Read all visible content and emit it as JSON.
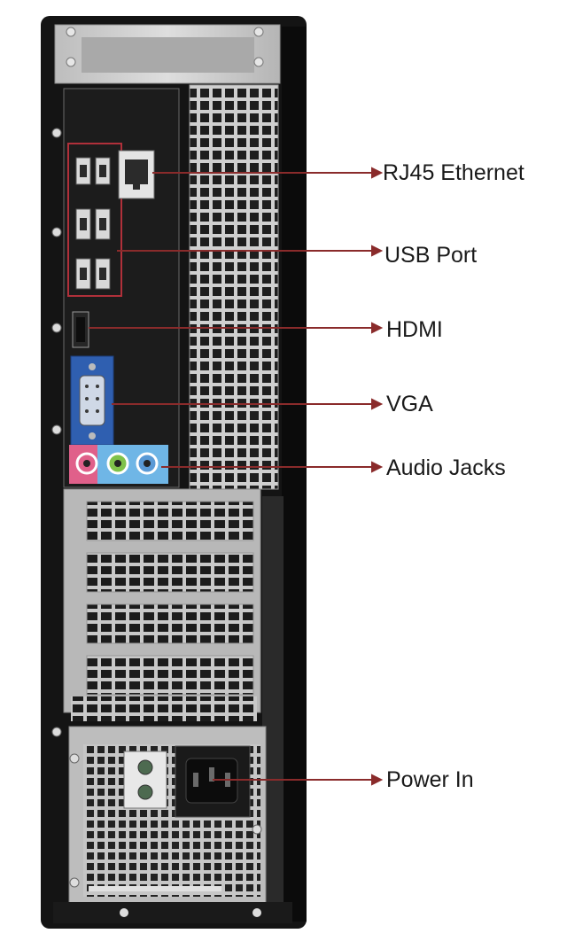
{
  "diagram": {
    "subject": "desktop tower rear panel",
    "callouts": [
      {
        "id": "rj45",
        "label": "RJ45 Ethernet"
      },
      {
        "id": "usb",
        "label": "USB Port"
      },
      {
        "id": "hdmi",
        "label": "HDMI"
      },
      {
        "id": "vga",
        "label": "VGA"
      },
      {
        "id": "audio",
        "label": "Audio Jacks"
      },
      {
        "id": "power",
        "label": "Power In"
      }
    ],
    "colors": {
      "callout_line": "#8a2b2b",
      "case": "#141414",
      "panel_metal": "#c9c9c9",
      "io_plate": "#1c1c1c",
      "usb_highlight": "#b0303a",
      "vga_port": "#2f5fb0",
      "audio_pink": "#e0608a",
      "audio_green": "#7fc24a",
      "audio_blue": "#5a9ad6"
    }
  }
}
